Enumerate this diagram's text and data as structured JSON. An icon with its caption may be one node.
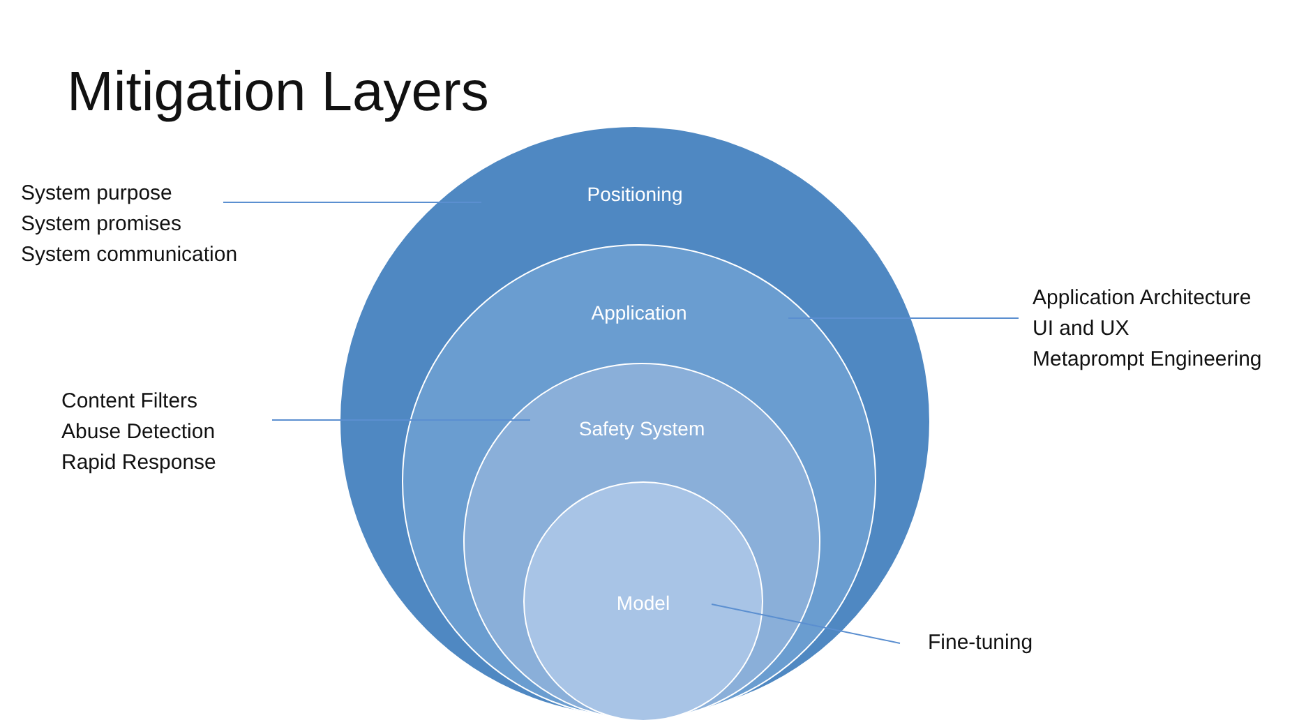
{
  "diagram": {
    "title": "Mitigation Layers",
    "nodes": [
      {
        "text": [
          "Positioning"
        ]
      },
      {
        "text": [
          "Application"
        ],
        "in": 0
      },
      {
        "text": [
          "Safety System"
        ],
        "in": 1
      },
      {
        "text": [
          "Model"
        ],
        "in": 2
      },
      {
        "text": [
          "System purpose",
          "System promises",
          "System communication"
        ]
      },
      {
        "text": [
          "Content Filters",
          "Abuse Detection",
          "Rapid Response"
        ]
      },
      {
        "text": [
          "Application Architecture",
          "UI and UX",
          "Metaprompt Engineering"
        ]
      },
      {
        "text": [
          "Fine-tuning"
        ]
      }
    ],
    "edges": [
      {
        "from": 4,
        "to": 0,
        "arrow": "none"
      },
      {
        "from": 5,
        "to": 2,
        "arrow": "none"
      },
      {
        "from": 6,
        "to": 1,
        "arrow": "none"
      },
      {
        "from": 7,
        "to": 3,
        "arrow": "none"
      }
    ]
  }
}
